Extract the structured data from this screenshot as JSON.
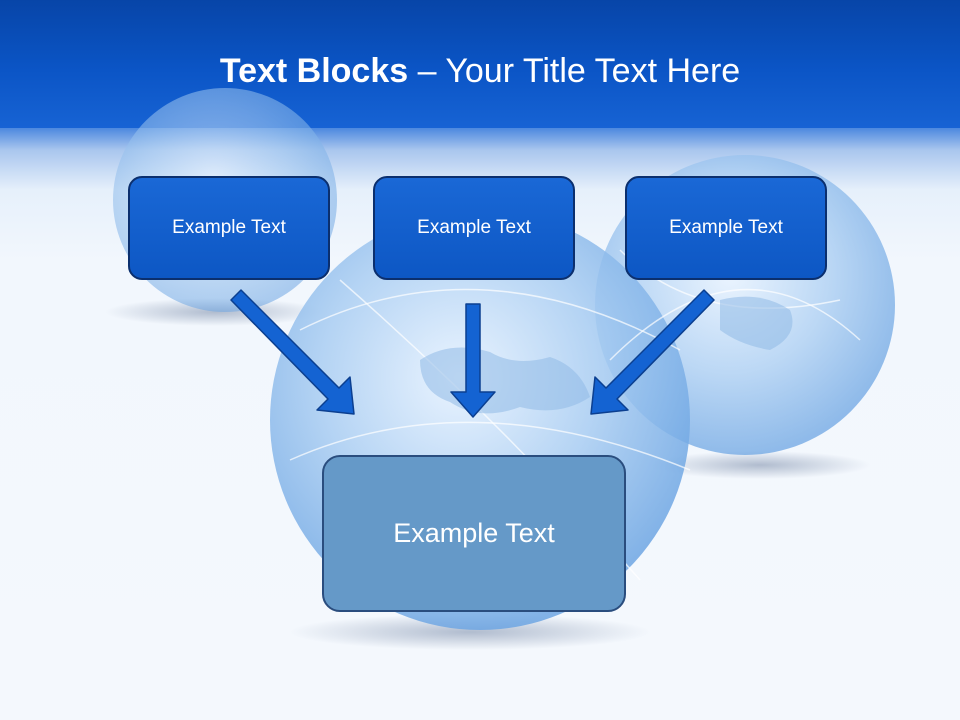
{
  "title": {
    "bold": "Text Blocks",
    "dash": " – ",
    "rest": "Your Title Text Here"
  },
  "boxes": {
    "left": "Example Text",
    "center": "Example Text",
    "right": "Example Text",
    "bottom": "Example Text"
  },
  "colors": {
    "header": "#0b55c6",
    "box_fill": "#0d5ac8",
    "box_border": "#0b2f6e",
    "bottom_box_fill": "#6599c8",
    "arrow": "#1463d2"
  }
}
